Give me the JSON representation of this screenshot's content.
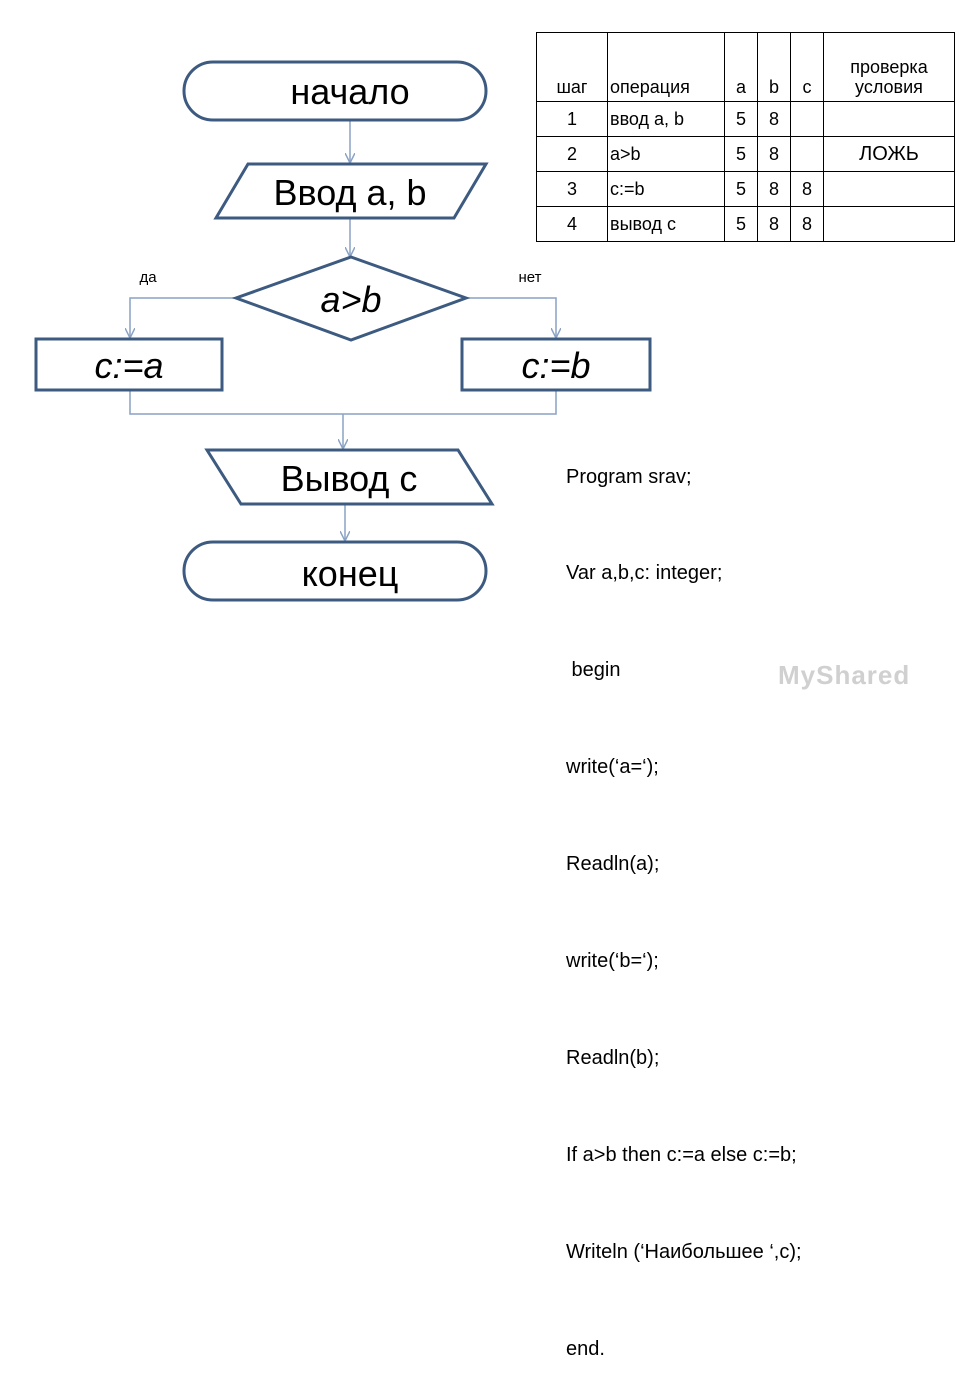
{
  "flowchart": {
    "start": "начало",
    "input": "Ввод a, b",
    "condition": "a>b",
    "yes": "да",
    "no": "нет",
    "assign_yes": "c:=a",
    "assign_no": "c:=b",
    "output": "Вывод c",
    "end": "конец"
  },
  "trace_table": {
    "headers": [
      "шаг",
      "операция",
      "a",
      "b",
      "c",
      "проверка условия"
    ],
    "rows": [
      {
        "step": "1",
        "op": "ввод a, b",
        "a": "5",
        "b": "8",
        "c": "",
        "check": ""
      },
      {
        "step": "2",
        "op": "a>b",
        "a": "5",
        "b": "8",
        "c": "",
        "check": "ЛОЖЬ"
      },
      {
        "step": "3",
        "op": "c:=b",
        "a": "5",
        "b": "8",
        "c": "8",
        "check": ""
      },
      {
        "step": "4",
        "op": "вывод c",
        "a": "5",
        "b": "8",
        "c": "8",
        "check": ""
      }
    ]
  },
  "code": [
    "Program srav;",
    "Var a,b,c: integer;",
    " begin",
    "write(‘a=‘);",
    "Readln(a);",
    "write(‘b=‘);",
    "Readln(b);",
    "If a>b then c:=a else c:=b;",
    "Writeln (‘Наибольшее ‘,c);",
    "end."
  ],
  "watermark": "MyShared",
  "colors": {
    "shape_stroke": "#3d5a80",
    "arrow": "#8aa2c4"
  }
}
